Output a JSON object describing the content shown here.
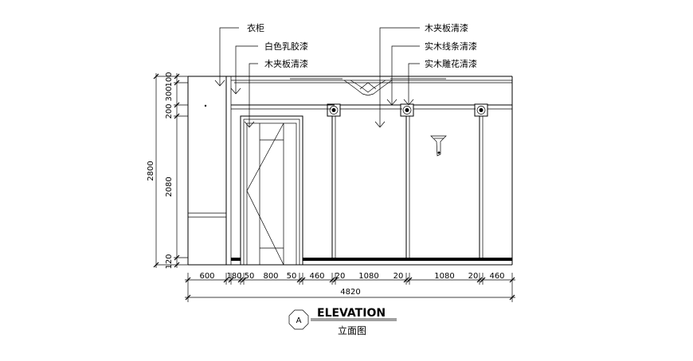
{
  "annotations": {
    "left": [
      "衣柜",
      "白色乳胶漆",
      "木夹板清漆"
    ],
    "right": [
      "木夹板清漆",
      "实木线条清漆",
      "实木雕花清漆"
    ]
  },
  "dimensions": {
    "horizontal": [
      "600",
      "180",
      "50",
      "800",
      "50",
      "460",
      "20",
      "1080",
      "20",
      "1080",
      "20",
      "460"
    ],
    "total_width": "4820",
    "vertical_segments": [
      "100",
      "300",
      "200",
      "2080",
      "120"
    ],
    "total_height": "2800"
  },
  "title": {
    "marker": "A",
    "english": "ELEVATION",
    "chinese": "立面图"
  }
}
